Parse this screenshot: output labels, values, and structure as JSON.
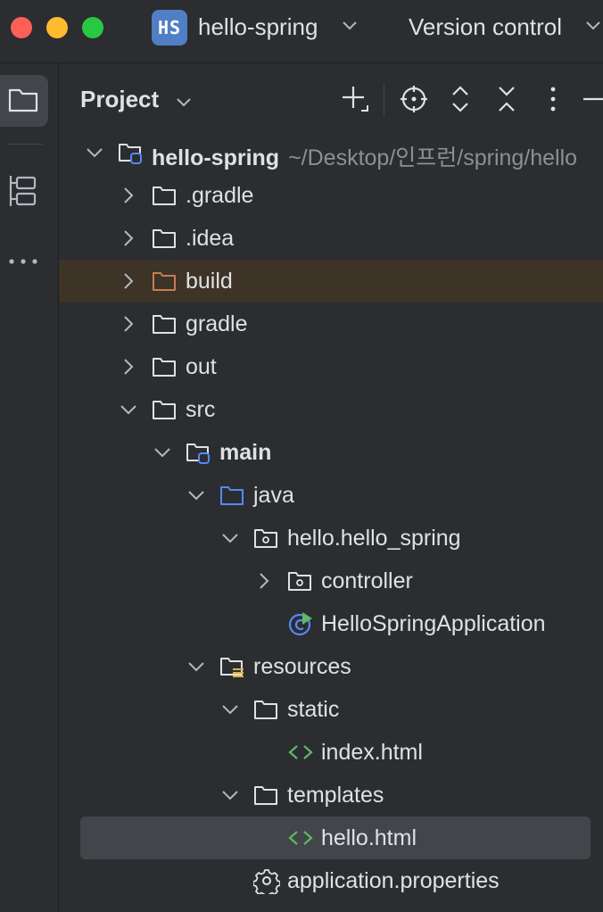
{
  "titlebar": {
    "badge": "HS",
    "project_name": "hello-spring",
    "vcs_label": "Version control"
  },
  "panel": {
    "title": "Project"
  },
  "tree": {
    "root": {
      "label": "hello-spring",
      "path": "~/Desktop/인프런/spring/hello"
    },
    "gradle_dir": ".gradle",
    "idea_dir": ".idea",
    "build_dir": "build",
    "gradle": "gradle",
    "out": "out",
    "src": "src",
    "main": "main",
    "java": "java",
    "package": "hello.hello_spring",
    "controller": "controller",
    "app_class": "HelloSpringApplication",
    "resources": "resources",
    "static": "static",
    "index_html": "index.html",
    "templates": "templates",
    "hello_html": "hello.html",
    "properties": "application.properties"
  },
  "colors": {
    "background": "#2b2d30",
    "selection": "#43454a",
    "build_highlight": "#3d3326",
    "build_folder": "#c77d55",
    "source_folder": "#548af7",
    "html_icon": "#5fb865",
    "text": "#dfe1e5",
    "path_text": "#8c8f94"
  }
}
